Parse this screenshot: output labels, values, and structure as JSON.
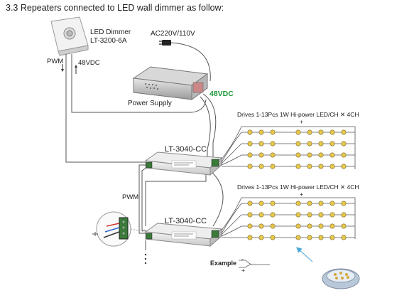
{
  "heading": "3.3 Repeaters connected to LED wall dimmer as follow:",
  "dimmer": {
    "name": "LED Dimmer",
    "model": "LT-3200-6A"
  },
  "signals": {
    "pwm_top": "PWM",
    "vdc_top": "48VDC",
    "pwm_mid": "PWM"
  },
  "power": {
    "ac": "AC220V/110V",
    "dc": "48VDC",
    "label": "Power Supply"
  },
  "controllers": [
    {
      "model": "LT-3040-CC"
    },
    {
      "model": "LT-3040-CC"
    }
  ],
  "led_groups": [
    {
      "drives_text": "Drives 1-13Pcs 1W Hi-power LED/CH",
      "mult": "✕",
      "channels": "4CH",
      "plus": "+"
    },
    {
      "drives_text": "Drives 1-13Pcs 1W Hi-power LED/CH",
      "mult": "✕",
      "channels": "4CH",
      "plus": "+"
    }
  ],
  "example": {
    "label": "Example",
    "minus": "-",
    "plus": "+"
  },
  "colors": {
    "wire": "#555555",
    "green": "#1a9a3a",
    "blue_arrow": "#4aa8d8",
    "led_yellow": "#e8c84a"
  }
}
